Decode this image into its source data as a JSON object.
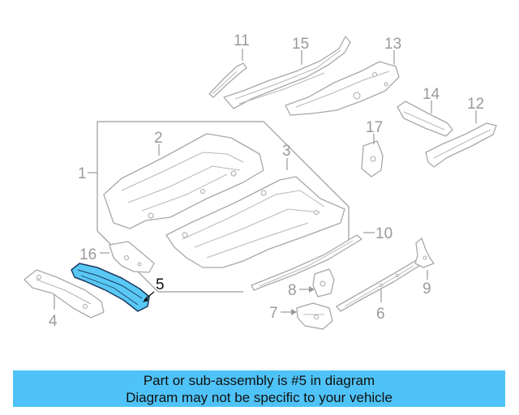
{
  "diagram": {
    "highlight_part": "5",
    "highlight_color": "#5ac8f5",
    "callouts": {
      "c1": "1",
      "c2": "2",
      "c3": "3",
      "c4": "4",
      "c5": "5",
      "c6": "6",
      "c7": "7",
      "c8": "8",
      "c9": "9",
      "c10": "10",
      "c11": "11",
      "c12": "12",
      "c13": "13",
      "c14": "14",
      "c15": "15",
      "c16": "16",
      "c17": "17"
    }
  },
  "banner": {
    "line1": "Part or sub-assembly is #5 in diagram",
    "line2": "Diagram may not be specific to your vehicle",
    "background": "#4fc3f7"
  }
}
